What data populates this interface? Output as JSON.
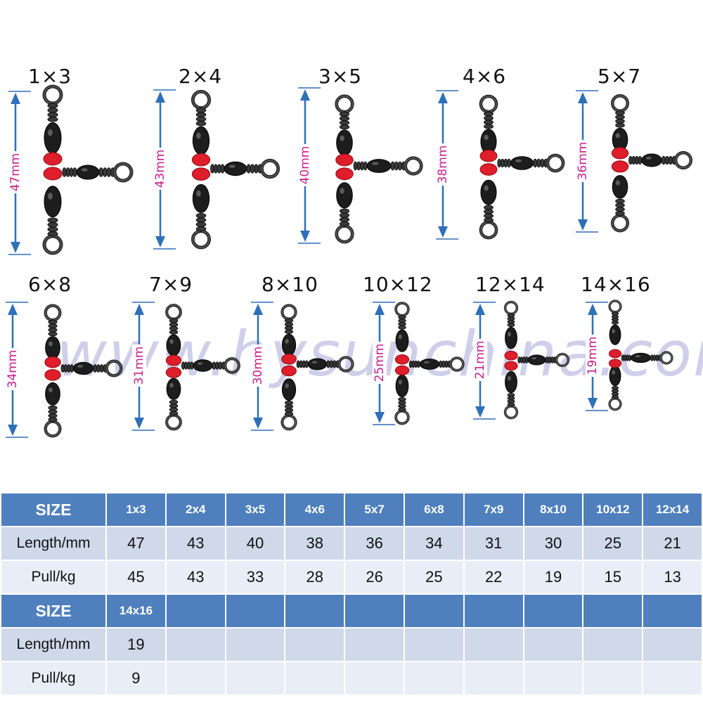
{
  "watermark": "www.hysunchina.com",
  "swivels": [
    {
      "size": "1×3",
      "length_label": "47mm"
    },
    {
      "size": "2×4",
      "length_label": "43mm"
    },
    {
      "size": "3×5",
      "length_label": "40mm"
    },
    {
      "size": "4×6",
      "length_label": "38mm"
    },
    {
      "size": "5×7",
      "length_label": "36mm"
    },
    {
      "size": "6×8",
      "length_label": "34mm"
    },
    {
      "size": "7×9",
      "length_label": "31mm"
    },
    {
      "size": "8×10",
      "length_label": "30mm"
    },
    {
      "size": "10×12",
      "length_label": "25mm"
    },
    {
      "size": "12×14",
      "length_label": "21mm"
    },
    {
      "size": "14×16",
      "length_label": "19mm"
    }
  ],
  "table": {
    "size_label": "SIZE",
    "length_label": "Length/mm",
    "pull_label": "Pull/kg",
    "block1": {
      "sizes": [
        "1x3",
        "2x4",
        "3x5",
        "4x6",
        "5x7",
        "6x8",
        "7x9",
        "8x10",
        "10x12",
        "12x14"
      ],
      "length": [
        "47",
        "43",
        "40",
        "38",
        "36",
        "34",
        "31",
        "30",
        "25",
        "21"
      ],
      "pull": [
        "45",
        "43",
        "33",
        "28",
        "26",
        "25",
        "22",
        "19",
        "15",
        "13"
      ]
    },
    "block2": {
      "sizes": [
        "14x16"
      ],
      "length": [
        "19"
      ],
      "pull": [
        "9"
      ]
    }
  },
  "colors": {
    "header_blue": "#4f80bd",
    "row_dark": "#d0d9ea",
    "row_light": "#e9eef6",
    "arrow_blue": "#2e6fb8",
    "dimension_magenta": "#c81e8c",
    "bead_red": "#e01d2b"
  }
}
